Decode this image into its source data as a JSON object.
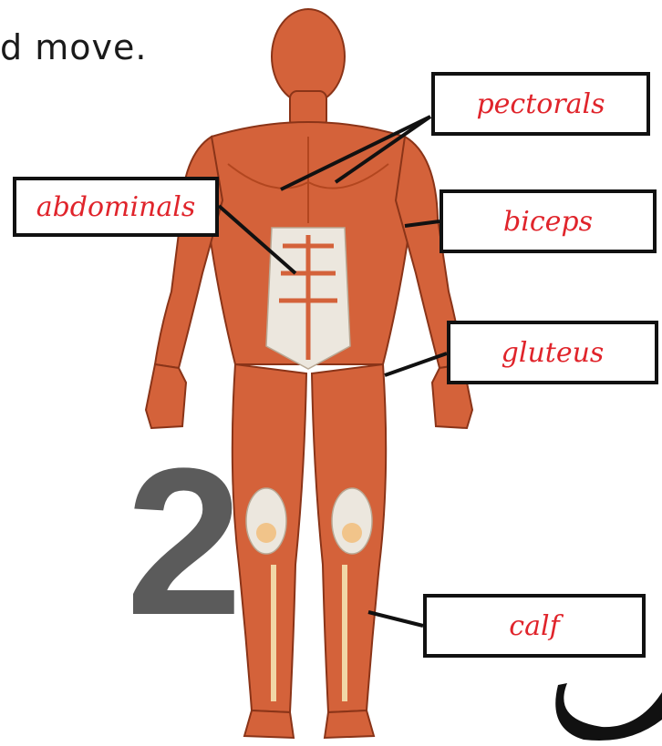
{
  "intro_text": "d move.",
  "labels": {
    "pectorals": "pectorals",
    "abdominals": "abdominals",
    "biceps": "biceps",
    "gluteus": "gluteus",
    "calf": "calf"
  },
  "slide_number": "2",
  "colors": {
    "muscle": "#d4623a",
    "muscle_light": "#e98a5c",
    "tendon": "#ece7de",
    "label_text": "#e0242b",
    "number": "#5b5b5b"
  }
}
